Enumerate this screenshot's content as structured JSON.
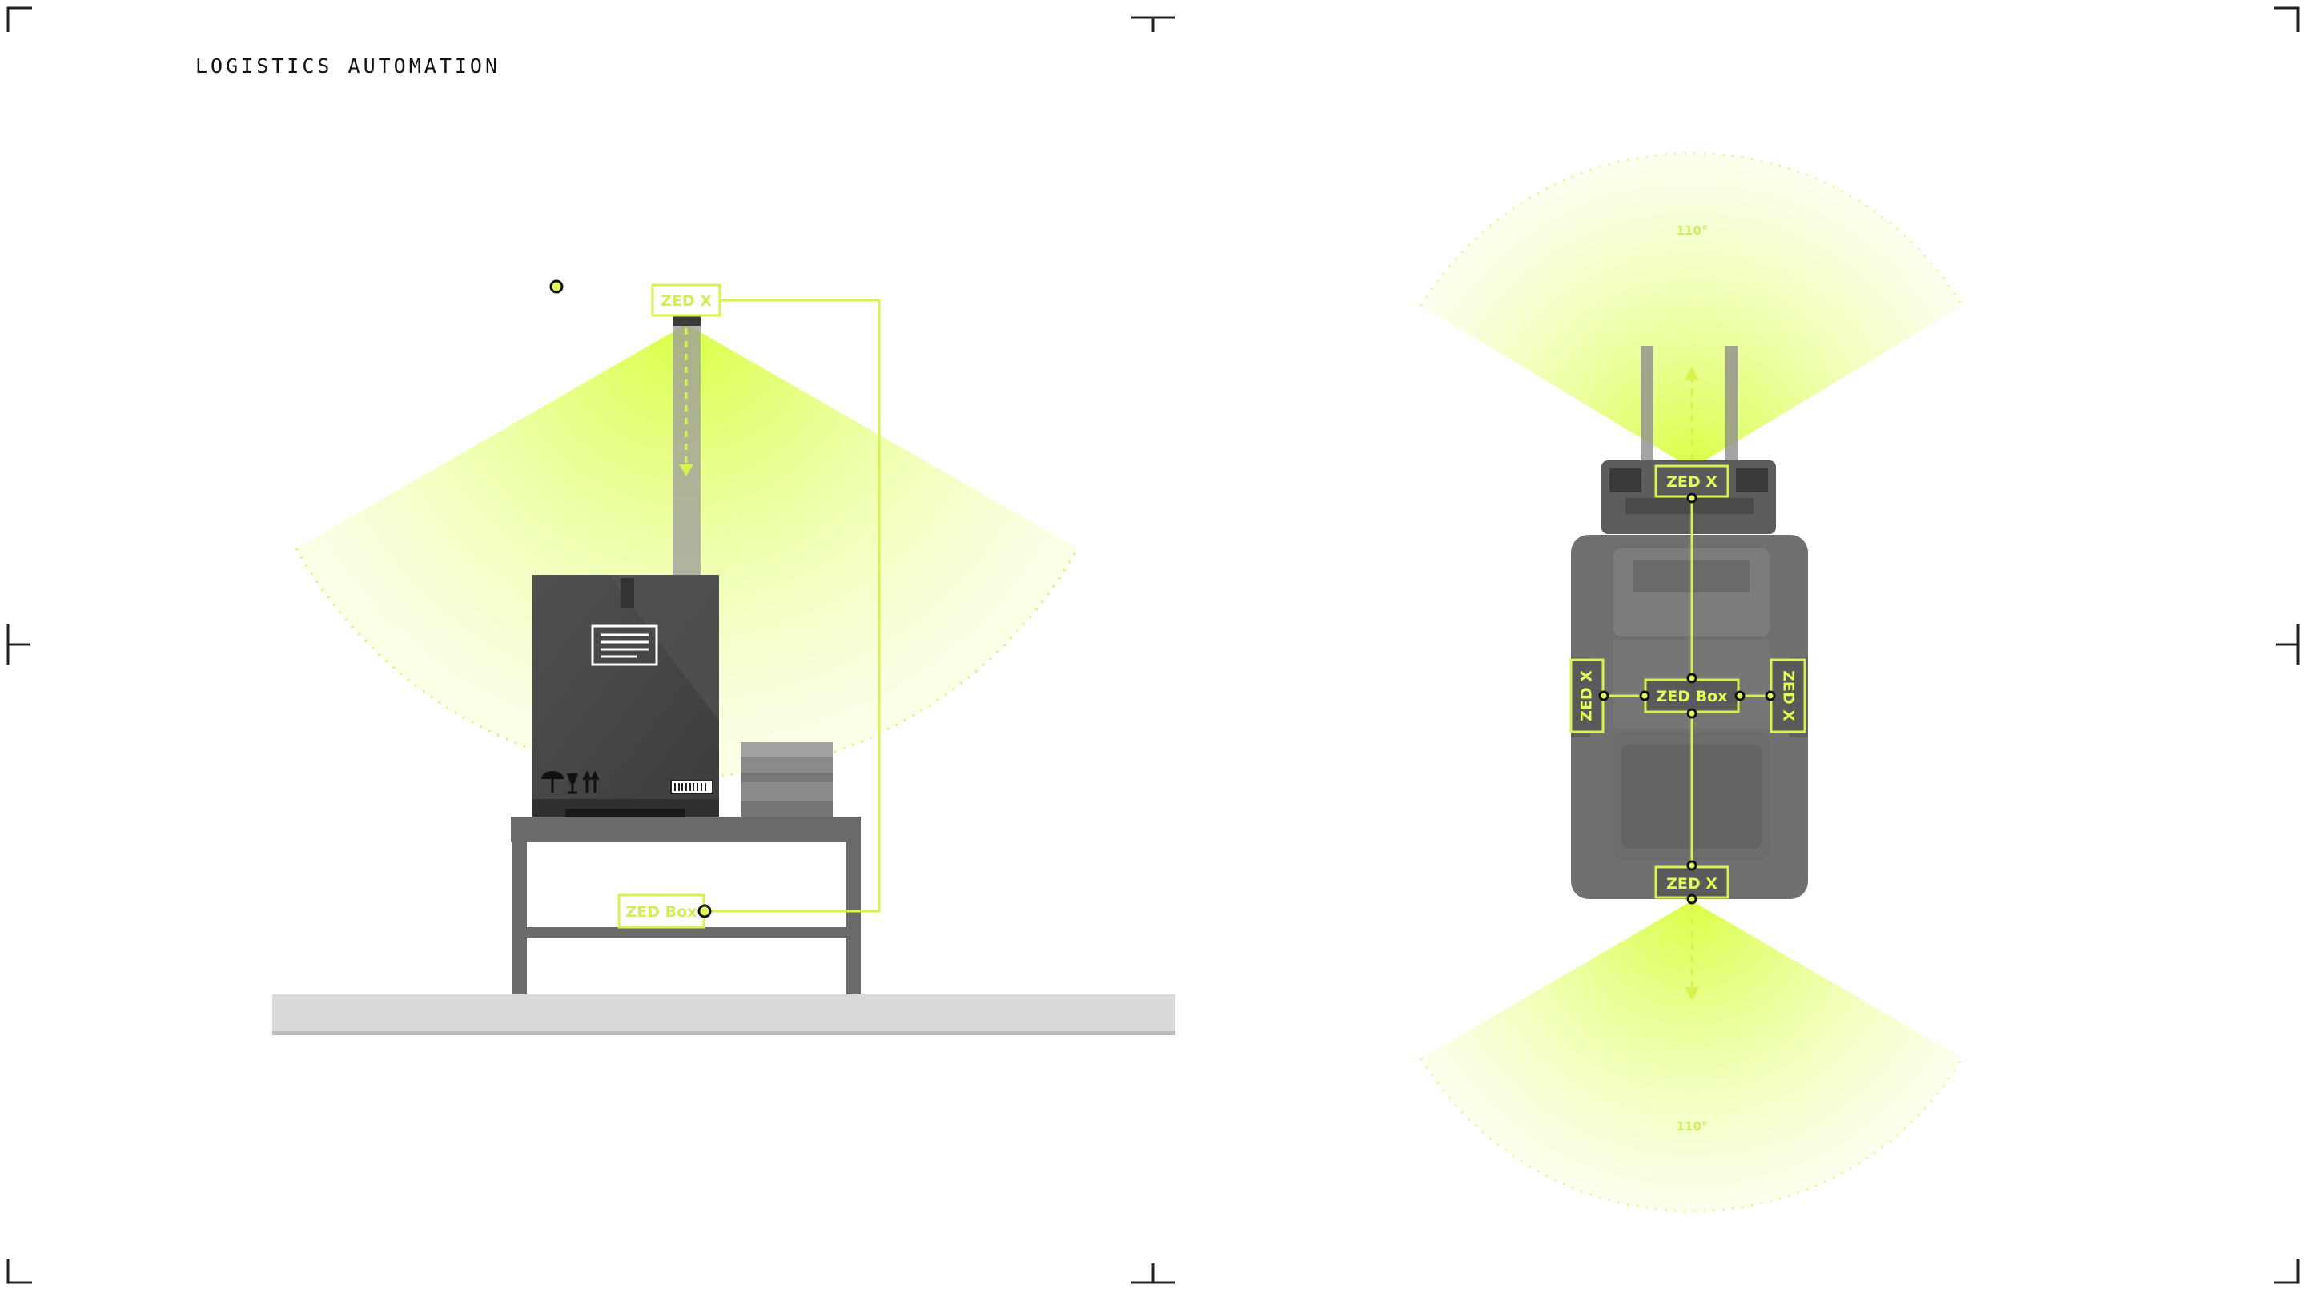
{
  "page": {
    "title": "LOGISTICS AUTOMATION"
  },
  "colors": {
    "accent": "#e0ff5a",
    "accent_stroke": "#d7f24e",
    "dark_box": "#4a4a4a",
    "table": "#6a6a6a",
    "floor": "#d9d9d9",
    "ink": "#111111"
  },
  "side_view": {
    "camera_label": "ZED X",
    "box_label": "ZED Box"
  },
  "top_view": {
    "front_camera_label": "ZED X",
    "rear_camera_label": "ZED X",
    "left_camera_label": "ZED X",
    "right_camera_label": "ZED X",
    "box_label": "ZED Box",
    "front_fov_label": "110°",
    "rear_fov_label": "110°"
  },
  "icons": [
    "umbrella-icon",
    "fragile-glass-icon",
    "this-side-up-icon",
    "barcode-icon",
    "shipping-label-icon"
  ]
}
